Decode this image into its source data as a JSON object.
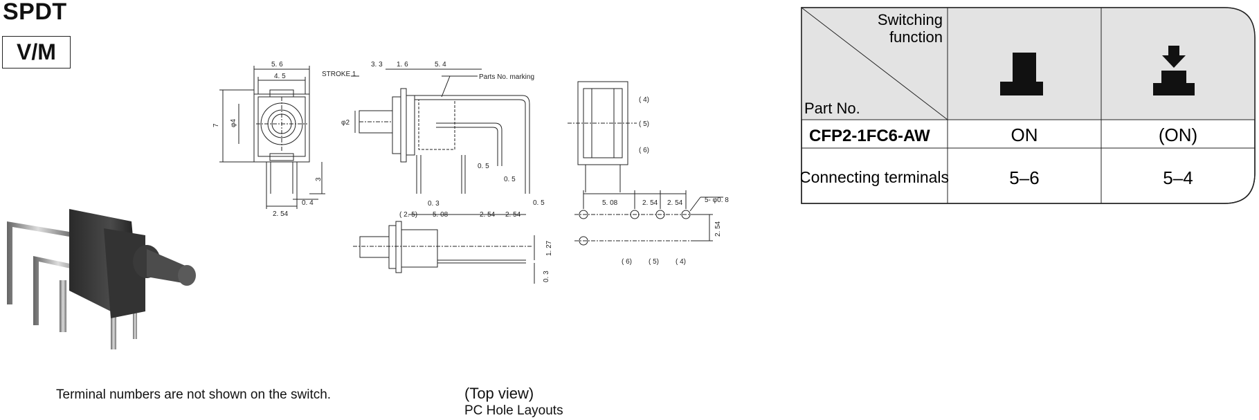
{
  "header": {
    "title": "SPDT",
    "type_box": "V/M"
  },
  "notes": {
    "terminal_note": "Terminal numbers are not shown on the switch.",
    "top_view": "(Top view)",
    "pc_hole_layouts": "PC Hole Layouts"
  },
  "drawing_labels": {
    "stroke": "STROKE 1",
    "parts_marking": "Parts No. marking",
    "d_5_6": "5. 6",
    "d_4_5": "4. 5",
    "d_7": "7",
    "d_phi4": "φ4",
    "d_3": "3",
    "d_0_4": "0. 4",
    "d_2_54": "2. 54",
    "d_3_3": "3. 3",
    "d_1_6": "1. 6",
    "d_5_4": "5. 4",
    "d_phi2": "φ2",
    "d_0_5": "0. 5",
    "d_0_3": "0. 3",
    "d_2_5": "( 2. 5)",
    "d_5_08": "5. 08",
    "t4": "( 4)",
    "t5": "( 5)",
    "t6": "( 6)",
    "d_1_27": "1. 27",
    "hole_5_08": "5. 08",
    "hole_2_54": "2. 54",
    "hole_phi": "5- φ0. 8",
    "h6": "( 6)",
    "h5": "( 5)",
    "h4": "( 4)"
  },
  "table": {
    "switching_function": [
      "Switching",
      "function"
    ],
    "part_no_label": "Part No.",
    "part_number": "CFP2-1FC6-AW",
    "connecting_label": "Connecting terminals",
    "col1_state": "ON",
    "col2_state": "(ON)",
    "col1_terminals": "5–6",
    "col2_terminals": "5–4",
    "icon1": "released-plunger-icon",
    "icon2": "pressed-plunger-icon",
    "header_fill": "#e3e3e3"
  }
}
